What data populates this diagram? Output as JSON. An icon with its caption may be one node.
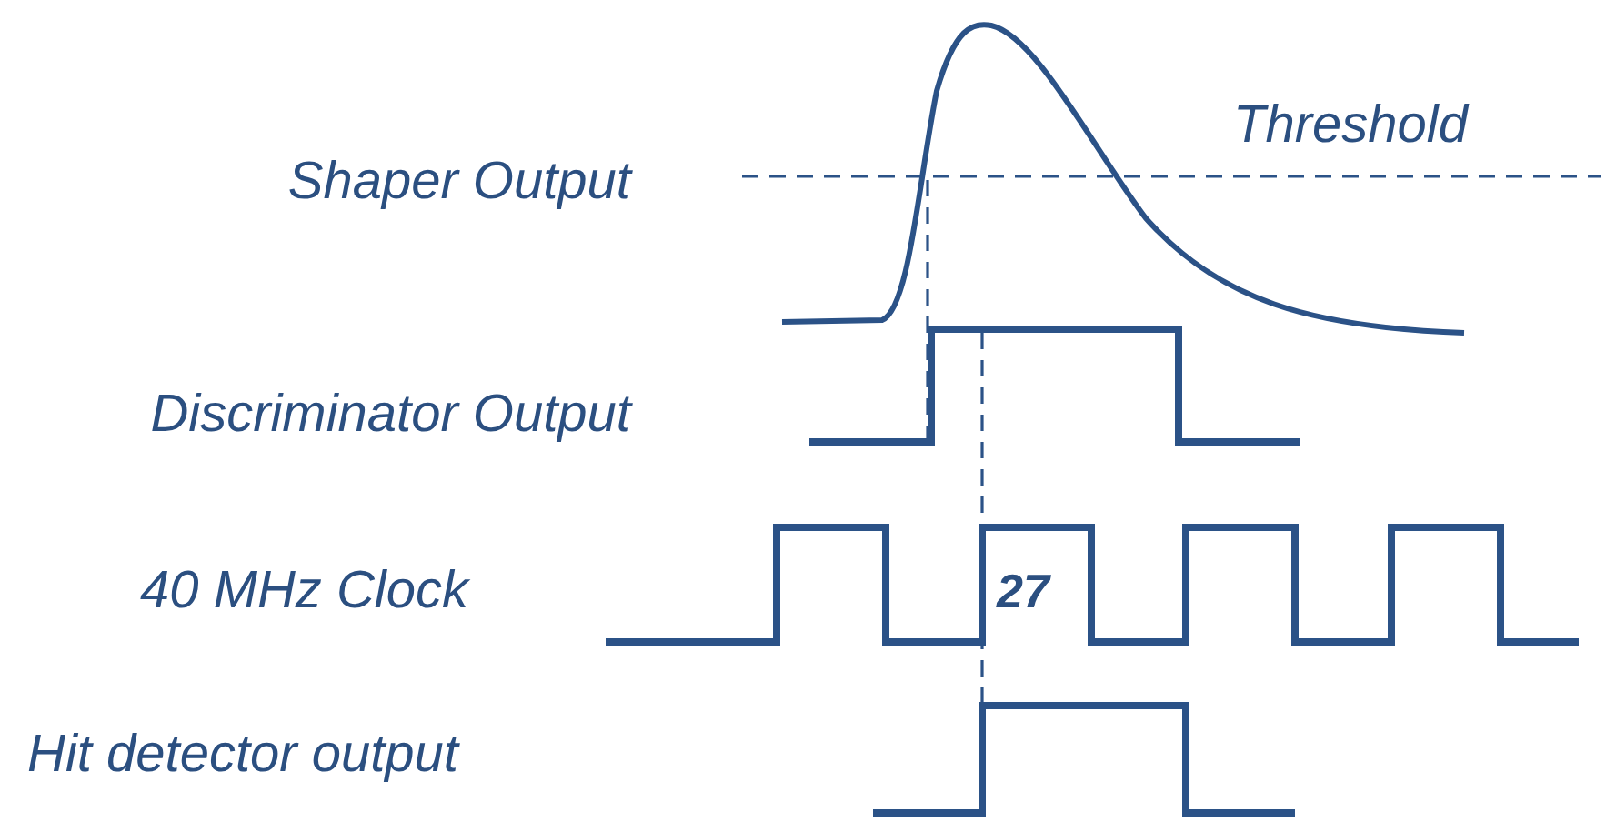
{
  "diagram": {
    "labels": [
      "Threshold",
      "Shaper Output",
      "Discriminator Output",
      "40 MHz Clock",
      "27",
      "Hit detector output"
    ]
  }
}
